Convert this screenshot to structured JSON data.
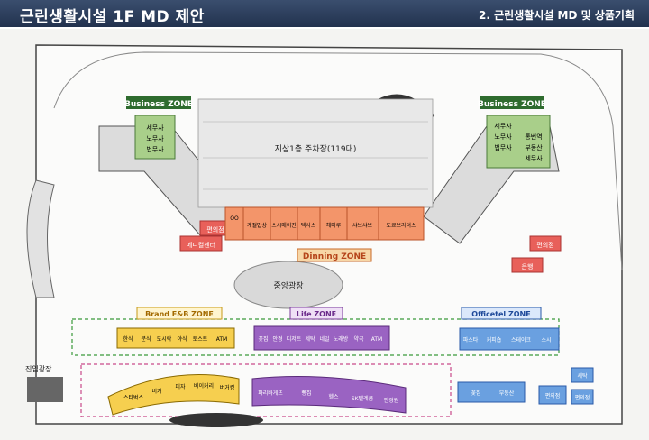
{
  "header": {
    "title": "근린생활시설 1F MD 제안",
    "subtitle": "2. 근린생활시설 MD 및 상품기획"
  },
  "zones": {
    "business_left": "Business ZONE",
    "business_right": "Business ZONE",
    "dinning": "Dinning ZONE",
    "brand_fb": "Brand  F&B ZONE",
    "life": "Life ZONE",
    "officetel": "Officetel  ZONE"
  },
  "places": {
    "parking": "지상1층 주차장(119대)",
    "central_plaza": "중앙광장",
    "entry_plaza": "진입광장"
  },
  "stores": {
    "left_green": [
      "세무사",
      "노무사",
      "법무사"
    ],
    "right_green": [
      "세무사",
      "노무사",
      "법무사",
      "통번역",
      "부동산",
      "세무사"
    ],
    "left_red_1": "편의점",
    "left_red_2": "메디컬센터",
    "right_red_1": "편의점",
    "right_red_2": "은행",
    "center_dining": [
      "OO",
      "계절밥상",
      "스시메이진",
      "텍사스",
      "해마루",
      "샤브샤브",
      "도쿄브라더스"
    ],
    "brand_row": [
      "한식",
      "분식",
      "도시락",
      "야식",
      "토스트",
      "ATM"
    ],
    "life_row_1": [
      "꽃집",
      "안경",
      "디저트",
      "세탁",
      "네일",
      "노래방",
      "약국",
      "ATM"
    ],
    "officetel_row": [
      "파스타",
      "커피숍",
      "스테이크",
      "스시"
    ],
    "bottom_left": [
      "스타벅스",
      "버거",
      "피자",
      "베이커리",
      "버거킹"
    ],
    "bottom_mid": [
      "파리바게뜨",
      "빵집",
      "헬스",
      "SK텔레콤",
      "안경원"
    ],
    "bottom_right_blue": [
      "꽃집",
      "부동산",
      "편의점",
      "세탁",
      "편의점"
    ]
  }
}
